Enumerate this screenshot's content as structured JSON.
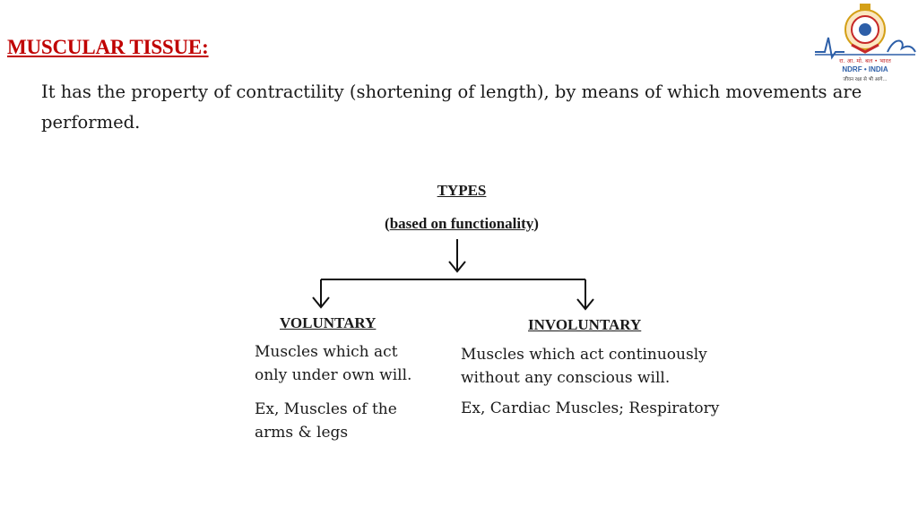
{
  "heading": "MUSCULAR TISSUE",
  "heading_colon": ":",
  "intro": "It has the property of contractility (shortening of length), by means of which movements are performed.",
  "diagram": {
    "types_label": "TYPES",
    "based_open": "(",
    "based_text": "based on functionality",
    "based_close": ")",
    "voluntary": {
      "title": "VOLUNTARY",
      "description": "Muscles which act only under own will.",
      "example": "Ex, Muscles of the arms & legs"
    },
    "involuntary": {
      "title": "INVOLUNTARY",
      "description": "Muscles which act continuously without any conscious will.",
      "example": "Ex, Cardiac Muscles; Respiratory"
    }
  },
  "logo": {
    "top_text": "रा. आ. मो. बल • भारत",
    "name": "NDRF • INDIA",
    "motto": "जीवन रक्षा से भी आगे..."
  },
  "colors": {
    "heading": "#c00000",
    "logo_blue": "#2d5fa8",
    "logo_red": "#c62828",
    "logo_gold": "#d4a017"
  }
}
